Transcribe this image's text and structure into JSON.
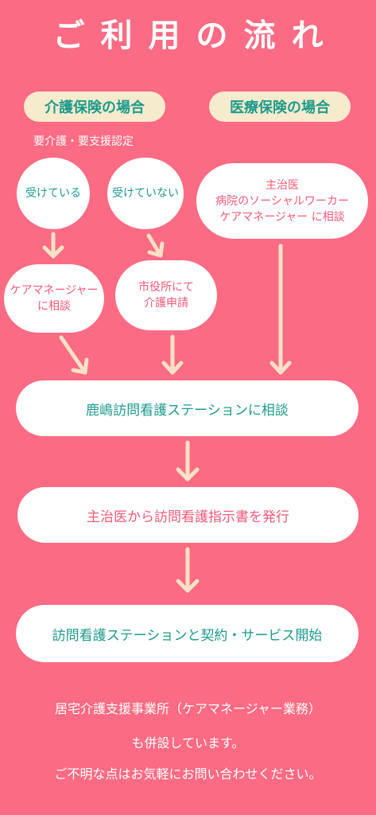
{
  "title": "ご利用の流れ",
  "left_header": "介護保険の場合",
  "right_header": "医療保険の場合",
  "care_certification": "要介護・要支援認定",
  "received": "受けている",
  "not_received": "受けていない",
  "medical_contacts": [
    "主治医",
    "病院のソーシャルワーカー",
    "ケアマネージャー に相談"
  ],
  "consult_care_manager": [
    "ケアマネージャー",
    "に相談"
  ],
  "city_hall": [
    "市役所にて",
    "介護申請"
  ],
  "step_consult_station": "鹿嶋訪問看護ステーションに相談",
  "step_doctor_order": "主治医から訪問看護指示書を発行",
  "step_contract": "訪問看護ステーションと契約・サービス開始",
  "footer_lines": [
    "居宅介護支援事業所（ケアマネージャー業務）",
    "も併設しています。",
    "ご不明な点はお気軽にお問い合わせください。"
  ],
  "colors": {
    "background": "#fb6b83",
    "cream": "#f7ebcd",
    "teal": "#1d9a8c",
    "pink_text": "#f05a78",
    "arrow": "#f7e1c7"
  },
  "icons": [
    "arrow-down-icon"
  ]
}
